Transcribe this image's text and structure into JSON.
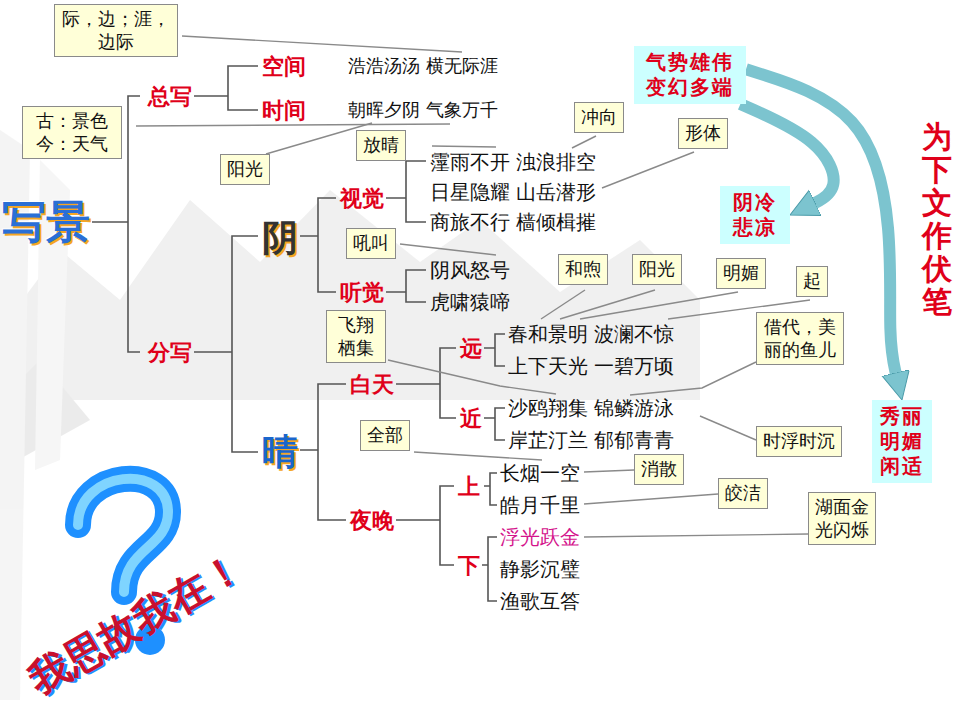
{
  "diagram": {
    "nodes": [
      {
        "text": [
          "际，边；涯，边际"
        ]
      },
      {
        "text": [
          "气势雄伟 变幻多端"
        ]
      },
      {
        "text": [
          "古：景色 今：天气"
        ]
      },
      {
        "text": [
          "冲向"
        ]
      },
      {
        "text": [
          "形体"
        ]
      },
      {
        "text": [
          "放晴"
        ]
      },
      {
        "text": [
          "阳光"
        ]
      },
      {
        "text": [
          "阴冷 悲凉"
        ]
      },
      {
        "text": [
          "吼叫"
        ]
      },
      {
        "text": [
          "和煦"
        ]
      },
      {
        "text": [
          "阳光"
        ]
      },
      {
        "text": [
          "明媚"
        ]
      },
      {
        "text": [
          "起"
        ]
      },
      {
        "text": [
          "飞翔 栖集"
        ]
      },
      {
        "text": [
          "借代，美丽的鱼儿"
        ]
      },
      {
        "text": [
          "秀丽 明媚 闲适"
        ]
      },
      {
        "text": [
          "时浮时沉"
        ]
      },
      {
        "text": [
          "全部"
        ]
      },
      {
        "text": [
          "消散"
        ]
      },
      {
        "text": [
          "皎洁"
        ]
      },
      {
        "text": [
          "湖面金光闪烁"
        ]
      }
    ],
    "edges": [
      {
        "from": 1,
        "to": 7,
        "arrow": "to"
      },
      {
        "from": 1,
        "to": 15,
        "arrow": "to"
      }
    ],
    "labels": [
      "写景",
      "总写",
      "空间",
      "时间",
      "浩浩汤汤 横无际涯",
      "朝晖夕阴 气象万千",
      "分写",
      "阴",
      "视觉",
      "听觉",
      "霪雨不开 浊浪排空",
      "日星隐耀 山岳潜形",
      "商旅不行 樯倾楫摧",
      "阴风怒号",
      "虎啸猿啼",
      "晴",
      "白天",
      "夜晚",
      "远",
      "近",
      "上",
      "下",
      "春和景明 波澜不惊",
      "上下天光 一碧万顷",
      "沙鸥翔集 锦鳞游泳",
      "岸芷汀兰 郁郁青青",
      "长烟一空",
      "皓月千里",
      "浮光跃金",
      "静影沉璧",
      "渔歌互答",
      "为下文作伏笔",
      "我思故我在！"
    ]
  }
}
